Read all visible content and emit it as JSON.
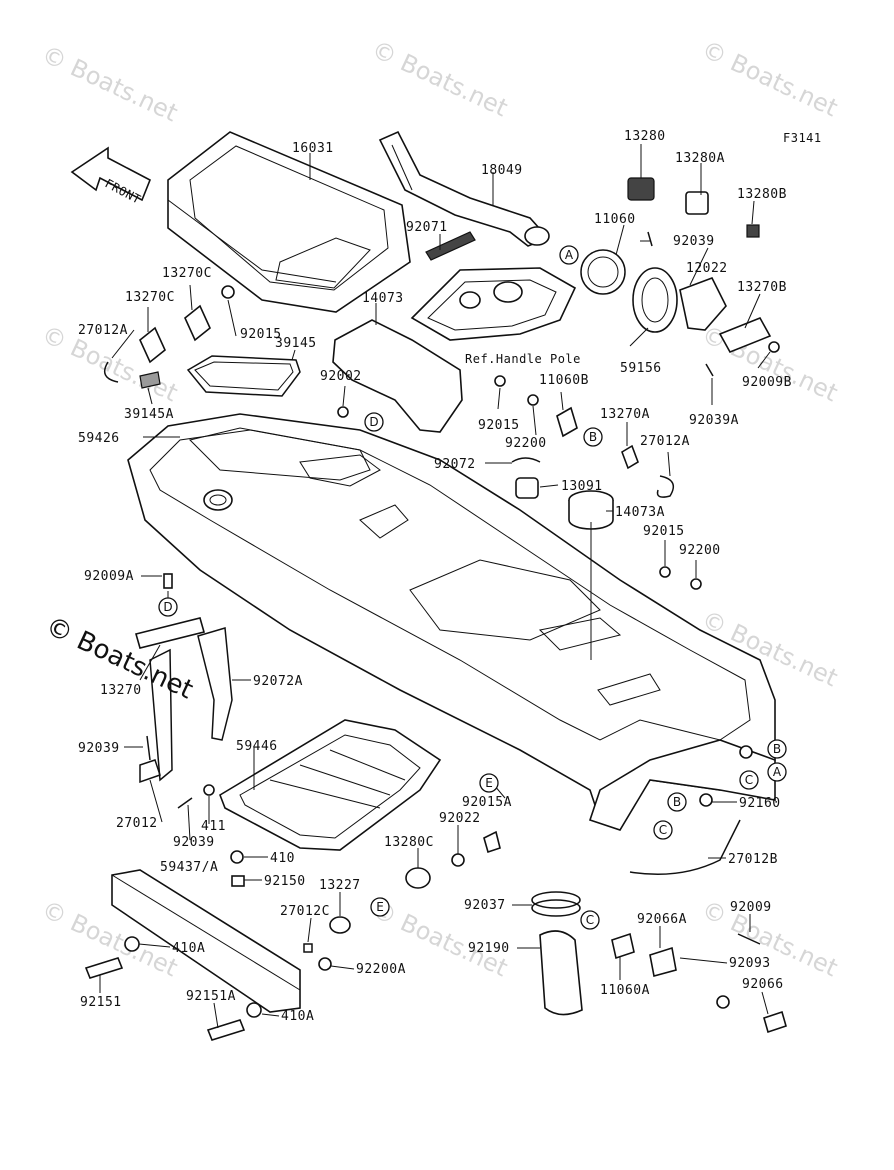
{
  "figure_code": "F3141",
  "front_arrow_label": "FRONT",
  "ref_note": "Ref.Handle Pole",
  "watermark": "© Boats.net",
  "parts": {
    "p16031": "16031",
    "p18049": "18049",
    "p13280": "13280",
    "p13280A": "13280A",
    "p13280B": "13280B",
    "p11060": "11060",
    "p92039_top": "92039",
    "p12022": "12022",
    "p13270B": "13270B",
    "p92071": "92071",
    "p13270C_1": "13270C",
    "p13270C_2": "13270C",
    "p92015_1": "92015",
    "p27012A_1": "27012A",
    "p14073": "14073",
    "p39145": "39145",
    "p59156": "59156",
    "p92009B": "92009B",
    "p92002": "92002",
    "p39145A": "39145A",
    "p92015_2": "92015",
    "p11060B": "11060B",
    "p92039A": "92039A",
    "p59426": "59426",
    "p13270A": "13270A",
    "p92200_1": "92200",
    "p27012A_2": "27012A",
    "p92072": "92072",
    "p13091": "13091",
    "p14073A": "14073A",
    "p92015_3": "92015",
    "p92200_2": "92200",
    "p92009A": "92009A",
    "p13270": "13270",
    "p92072A": "92072A",
    "p92039_l": "92039",
    "p59446": "59446",
    "p27012": "27012",
    "p92039_m": "92039",
    "p411": "411",
    "p92015A": "92015A",
    "p92160": "92160",
    "p92022": "92022",
    "p410": "410",
    "p13280C": "13280C",
    "p27012B": "27012B",
    "p59437A": "59437/A",
    "p92150": "92150",
    "p13227": "13227",
    "p92037": "92037",
    "p27012C": "27012C",
    "p92066A": "92066A",
    "p92009": "92009",
    "p410A_1": "410A",
    "p92200A": "92200A",
    "p92190": "92190",
    "p92093": "92093",
    "p11060A": "11060A",
    "p92151": "92151",
    "p92066": "92066",
    "p92151A": "92151A",
    "p410A_2": "410A"
  },
  "refs": {
    "A": "A",
    "B": "B",
    "C": "C",
    "D": "D",
    "E": "E"
  },
  "colors": {
    "ink": "#111111",
    "shade": "#9a9a9a",
    "watermark": "#d6d6d6"
  }
}
